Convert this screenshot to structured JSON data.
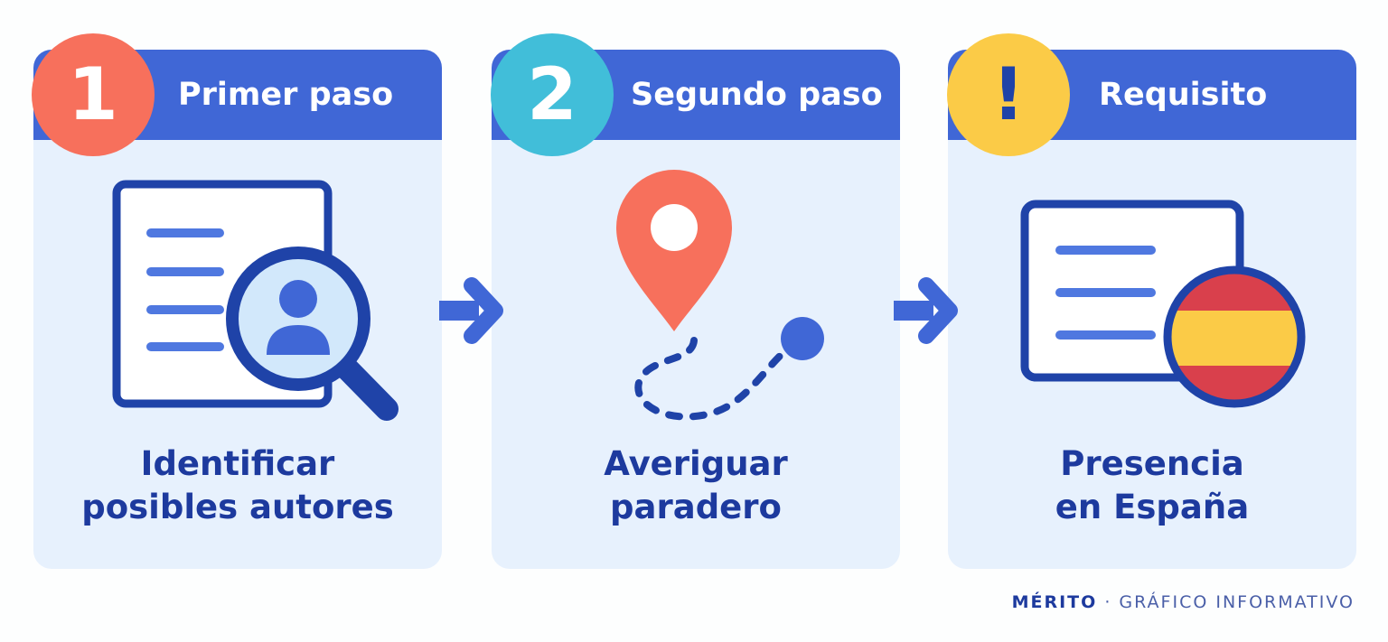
{
  "steps": [
    {
      "badge": "1",
      "title": "Primer paso",
      "label_line1": "Identificar",
      "label_line2": "posibles autores",
      "icon": "document-search-person-icon",
      "badge_color": "#f7705c"
    },
    {
      "badge": "2",
      "title": "Segundo paso",
      "label_line1": "Averiguar",
      "label_line2": "paradero",
      "icon": "location-pin-route-icon",
      "badge_color": "#41bed9"
    },
    {
      "badge": "!",
      "title": "Requisito",
      "label_line1": "Presencia",
      "label_line2": "en España",
      "icon": "document-spain-flag-icon",
      "badge_color": "#fbcb47"
    }
  ],
  "footer": {
    "brand": "MÉRITO",
    "separator": "·",
    "subtitle": "GRÁFICO INFORMATIVO"
  },
  "colors": {
    "header_blue": "#4067d6",
    "card_bg": "#e7f1fd",
    "text_navy": "#1d3a9e"
  }
}
